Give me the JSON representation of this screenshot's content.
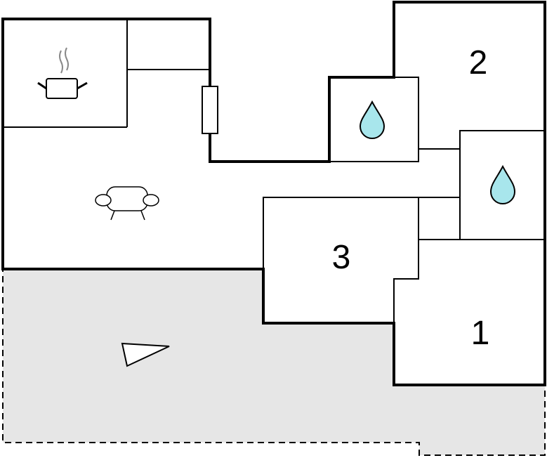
{
  "plan": {
    "rooms": [
      {
        "id": "room-1",
        "label": "1"
      },
      {
        "id": "room-2",
        "label": "2"
      },
      {
        "id": "room-3",
        "label": "3"
      }
    ],
    "icons": [
      {
        "name": "cooking-pot-icon",
        "room": "kitchen"
      },
      {
        "name": "sofa-icon",
        "room": "living-room"
      },
      {
        "name": "water-drop-icon",
        "room": "bathroom-upper"
      },
      {
        "name": "water-drop-icon",
        "room": "bathroom-lower"
      },
      {
        "name": "compass-arrow-icon",
        "room": "terrace"
      }
    ],
    "colors": {
      "terrace_fill": "#e6e6e6",
      "water_drop": "#a8e6ec",
      "wall": "#000000",
      "background": "#ffffff"
    }
  }
}
